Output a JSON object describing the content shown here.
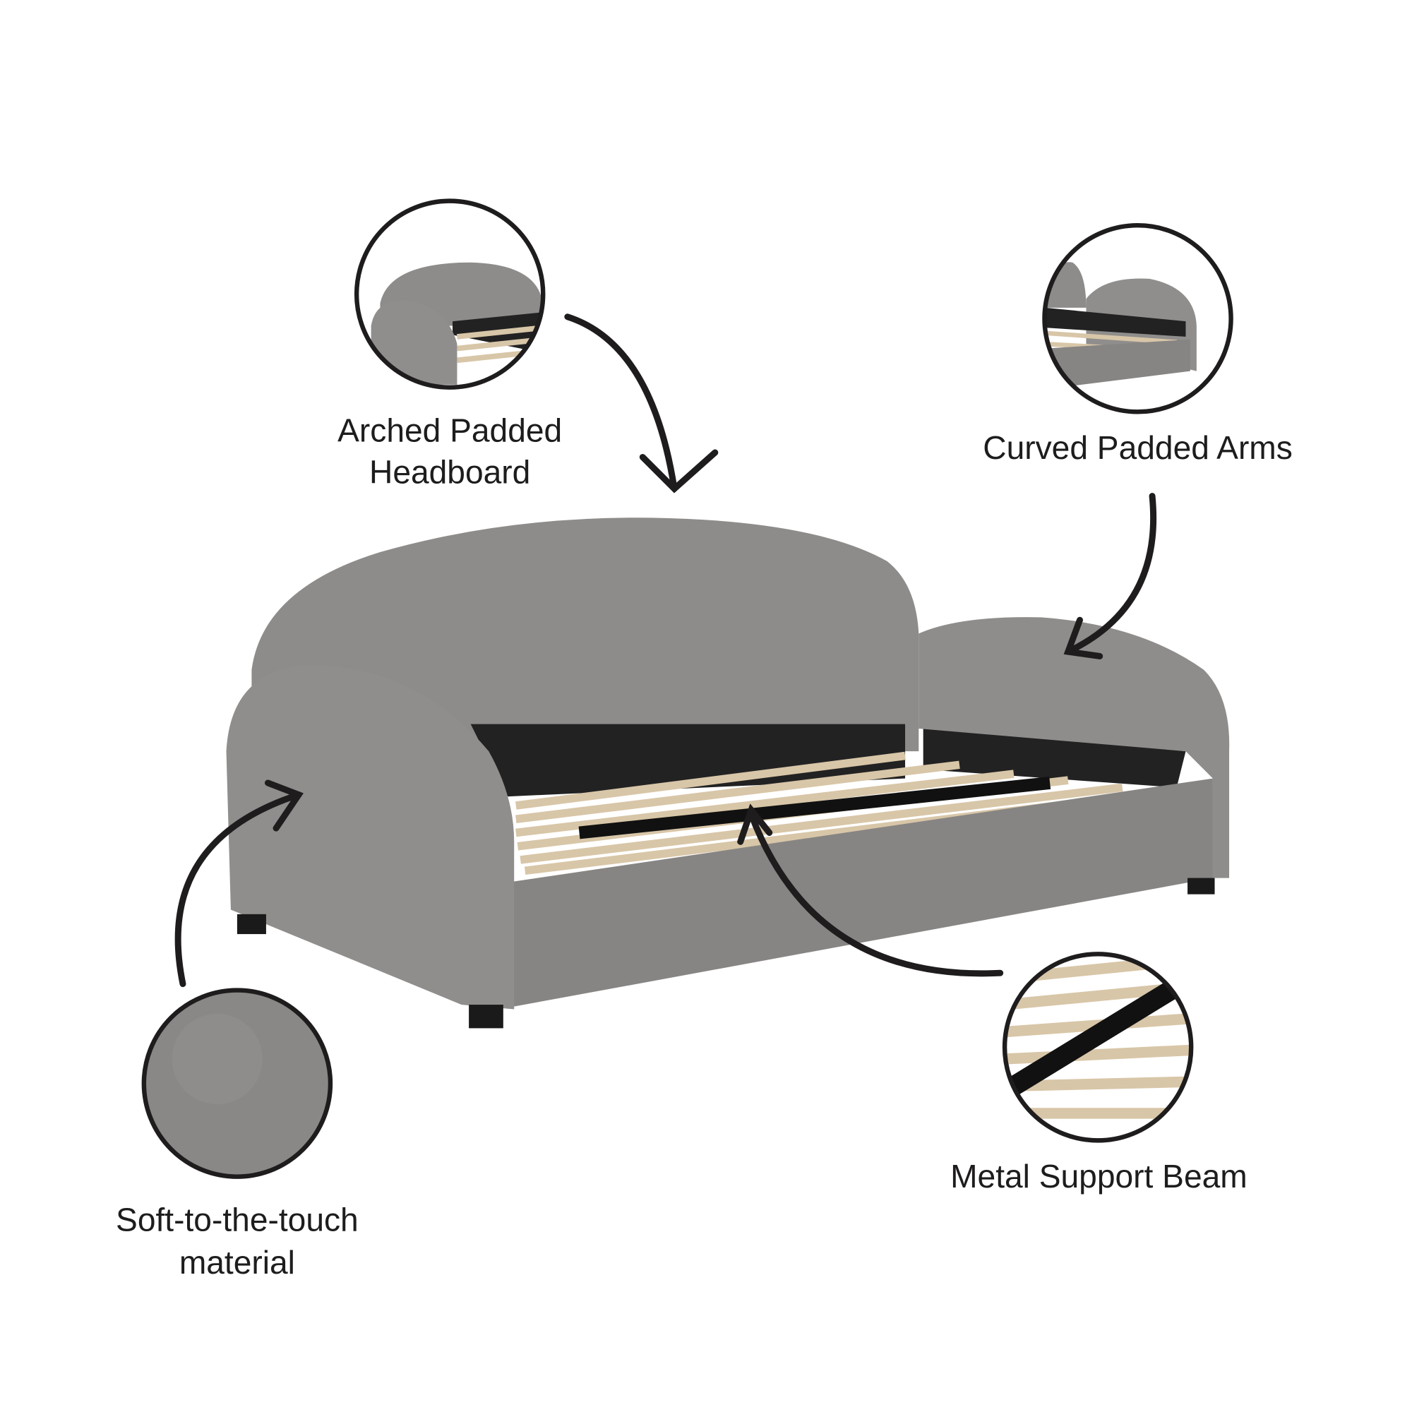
{
  "callouts": {
    "headboard": {
      "line1": "Arched Padded",
      "line2": "Headboard"
    },
    "arms": {
      "line1": "Curved Padded Arms"
    },
    "material": {
      "line1": "Soft-to-the-touch",
      "line2": "material"
    },
    "beam": {
      "line1": "Metal Support Beam"
    }
  },
  "colors": {
    "upholstery": "#8f8d8b",
    "upholstery_dark": "#7c7a78",
    "panel": "#222222",
    "slat": "#d8c6a8",
    "ink": "#1e1c1d",
    "background": "#ffffff"
  }
}
